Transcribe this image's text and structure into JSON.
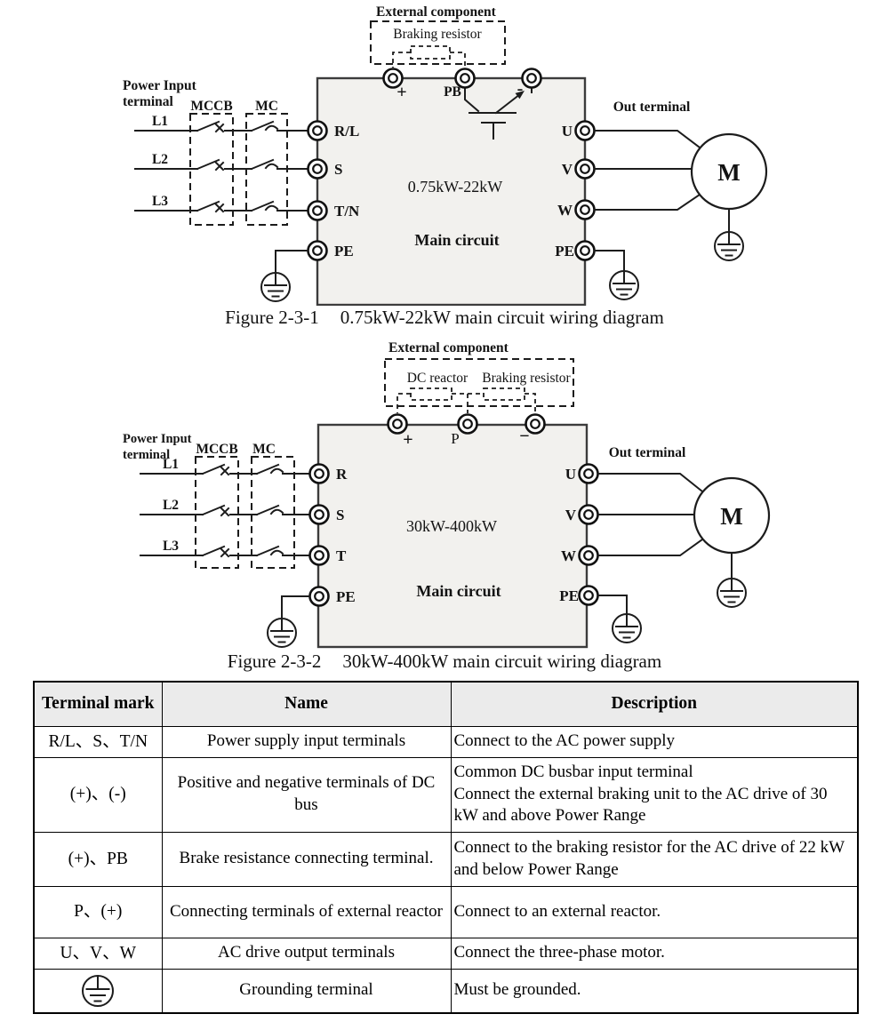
{
  "colors": {
    "diagram_box_fill": "#f2f1ee",
    "table_header_bg": "#ebebeb",
    "line_color": "#1c1c1c"
  },
  "fig1": {
    "external_component": "External component",
    "braking_resistor": "Braking resistor",
    "power_input_line1": "Power Input",
    "power_input_line2": "terminal",
    "mccb": "MCCB",
    "mc": "MC",
    "phase_lines": [
      "L1",
      "L2",
      "L3"
    ],
    "input_terminals": [
      "R/L",
      "S",
      "T/N"
    ],
    "pe_in": "PE",
    "pe_out": "PE",
    "plus": "+",
    "pb": "PB",
    "minus": "-",
    "rating": "0.75kW-22kW",
    "main_circuit": "Main circuit",
    "out_terminal": "Out terminal",
    "output_terminals": [
      "U",
      "V",
      "W"
    ],
    "motor": "M",
    "caption_label": "Figure 2-3-1",
    "caption_text": "0.75kW-22kW main circuit wiring diagram"
  },
  "fig2": {
    "external_component": "External component",
    "dc_reactor": "DC reactor",
    "braking_resistor": "Braking resistor",
    "power_input_line1": "Power Input",
    "power_input_line2": "terminal",
    "mccb": "MCCB",
    "mc": "MC",
    "phase_lines": [
      "L1",
      "L2",
      "L3"
    ],
    "input_terminals": [
      "R",
      "S",
      "T"
    ],
    "pe_in": "PE",
    "pe_out": "PE",
    "plus": "+",
    "p": "P",
    "minus": "−",
    "rating": "30kW-400kW",
    "main_circuit": "Main circuit",
    "out_terminal": "Out terminal",
    "output_terminals": [
      "U",
      "V",
      "W"
    ],
    "motor": "M",
    "caption_label": "Figure 2-3-2",
    "caption_text": "30kW-400kW main circuit wiring diagram"
  },
  "table": {
    "headers": [
      "Terminal mark",
      "Name",
      "Description"
    ],
    "rows": [
      {
        "mark": "R/L、S、T/N",
        "name": "Power supply input terminals",
        "desc": "Connect to the AC power supply"
      },
      {
        "mark": "(+)、(-)",
        "name": "Positive and negative terminals of DC bus",
        "desc": "Common DC busbar input terminal\nConnect the external braking unit to the AC drive of 30 kW and above Power Range"
      },
      {
        "mark": "(+)、PB",
        "name": "Brake resistance connecting terminal.",
        "desc": "Connect to the braking resistor for the AC drive of 22 kW and below Power Range"
      },
      {
        "mark": "P、(+)",
        "name": "Connecting terminals of external reactor",
        "desc": "Connect to an external reactor."
      },
      {
        "mark": "U、V、W",
        "name": "AC drive output terminals",
        "desc": "Connect the three-phase motor."
      },
      {
        "mark": "grounding-symbol",
        "name": "Grounding terminal",
        "desc": "Must be grounded."
      }
    ]
  }
}
